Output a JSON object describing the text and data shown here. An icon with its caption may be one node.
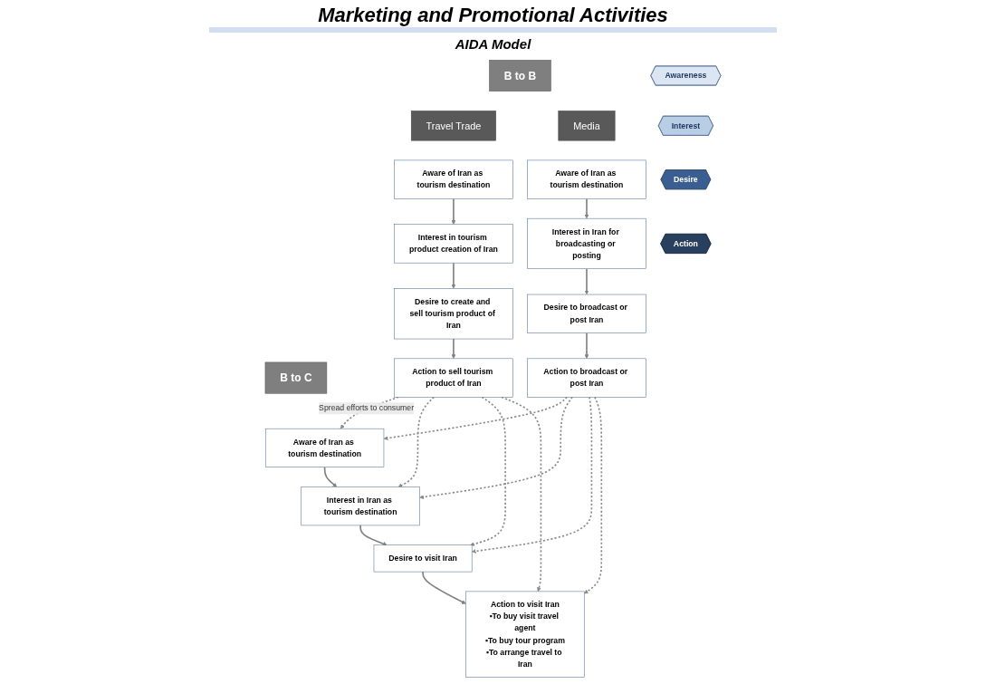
{
  "diagram": {
    "title": "Marketing and Promotional Activities",
    "nodes": [
      {
        "text": [
          "B to B"
        ]
      },
      {
        "text": [
          "Travel Trade"
        ]
      },
      {
        "text": [
          "Media"
        ]
      },
      {
        "text": [
          "B to C"
        ]
      },
      {
        "text": [
          "Awareness"
        ]
      },
      {
        "text": [
          "Aware of Iran as tourism destination"
        ]
      },
      {
        "text": [
          "Aware of Iran as tourism destination"
        ]
      },
      {
        "text": [
          "Aware of Iran as tourism destination"
        ]
      },
      {
        "text": [
          "Interest"
        ]
      },
      {
        "text": [
          "Interest in tourism product creation of Iran"
        ]
      },
      {
        "text": [
          "Interest in Iran for broadcasting or posting"
        ]
      },
      {
        "text": [
          "Interest in Iran as tourism destination"
        ]
      },
      {
        "text": [
          "Desire"
        ]
      },
      {
        "text": [
          "Desire to create and sell tourism product of Iran"
        ]
      },
      {
        "text": [
          "Desire to broadcast or post Iran"
        ]
      },
      {
        "text": [
          "Desire to visit Iran"
        ]
      },
      {
        "text": [
          "Action"
        ]
      },
      {
        "text": [
          "Action to sell tourism product of Iran"
        ]
      },
      {
        "text": [
          "Action to broadcast or post Iran"
        ]
      },
      {
        "text": [
          "Action to visit Iran",
          "▪To buy visit travel agent",
          "▪To buy tour program",
          "▪To arrange travel to Iran"
        ]
      }
    ],
    "edges": [
      {
        "from": 5,
        "to": 9,
        "arrow": "to"
      },
      {
        "from": 9,
        "to": 13,
        "arrow": "to"
      },
      {
        "from": 13,
        "to": 17,
        "arrow": "to"
      },
      {
        "from": 6,
        "to": 10,
        "arrow": "to"
      },
      {
        "from": 10,
        "to": 14,
        "arrow": "to"
      },
      {
        "from": 14,
        "to": 18,
        "arrow": "to"
      },
      {
        "from": 7,
        "to": 11,
        "arrow": "to"
      },
      {
        "from": 11,
        "to": 15,
        "arrow": "to"
      },
      {
        "from": 15,
        "to": 19,
        "arrow": "to"
      },
      {
        "from": 17,
        "to": 7,
        "arrow": "to",
        "style": "dashed",
        "label": "Spread efforts to consumer"
      },
      {
        "from": 17,
        "to": 11,
        "arrow": "to",
        "style": "dashed"
      },
      {
        "from": 17,
        "to": 15,
        "arrow": "to",
        "style": "dashed"
      },
      {
        "from": 17,
        "to": 19,
        "arrow": "to",
        "style": "dashed"
      },
      {
        "from": 18,
        "to": 7,
        "arrow": "to",
        "style": "dashed"
      },
      {
        "from": 18,
        "to": 11,
        "arrow": "to",
        "style": "dashed"
      },
      {
        "from": 18,
        "to": 15,
        "arrow": "to",
        "style": "dashed"
      },
      {
        "from": 18,
        "to": 19,
        "arrow": "to",
        "style": "dashed"
      }
    ],
    "labels": [
      "AIDA Model"
    ]
  }
}
